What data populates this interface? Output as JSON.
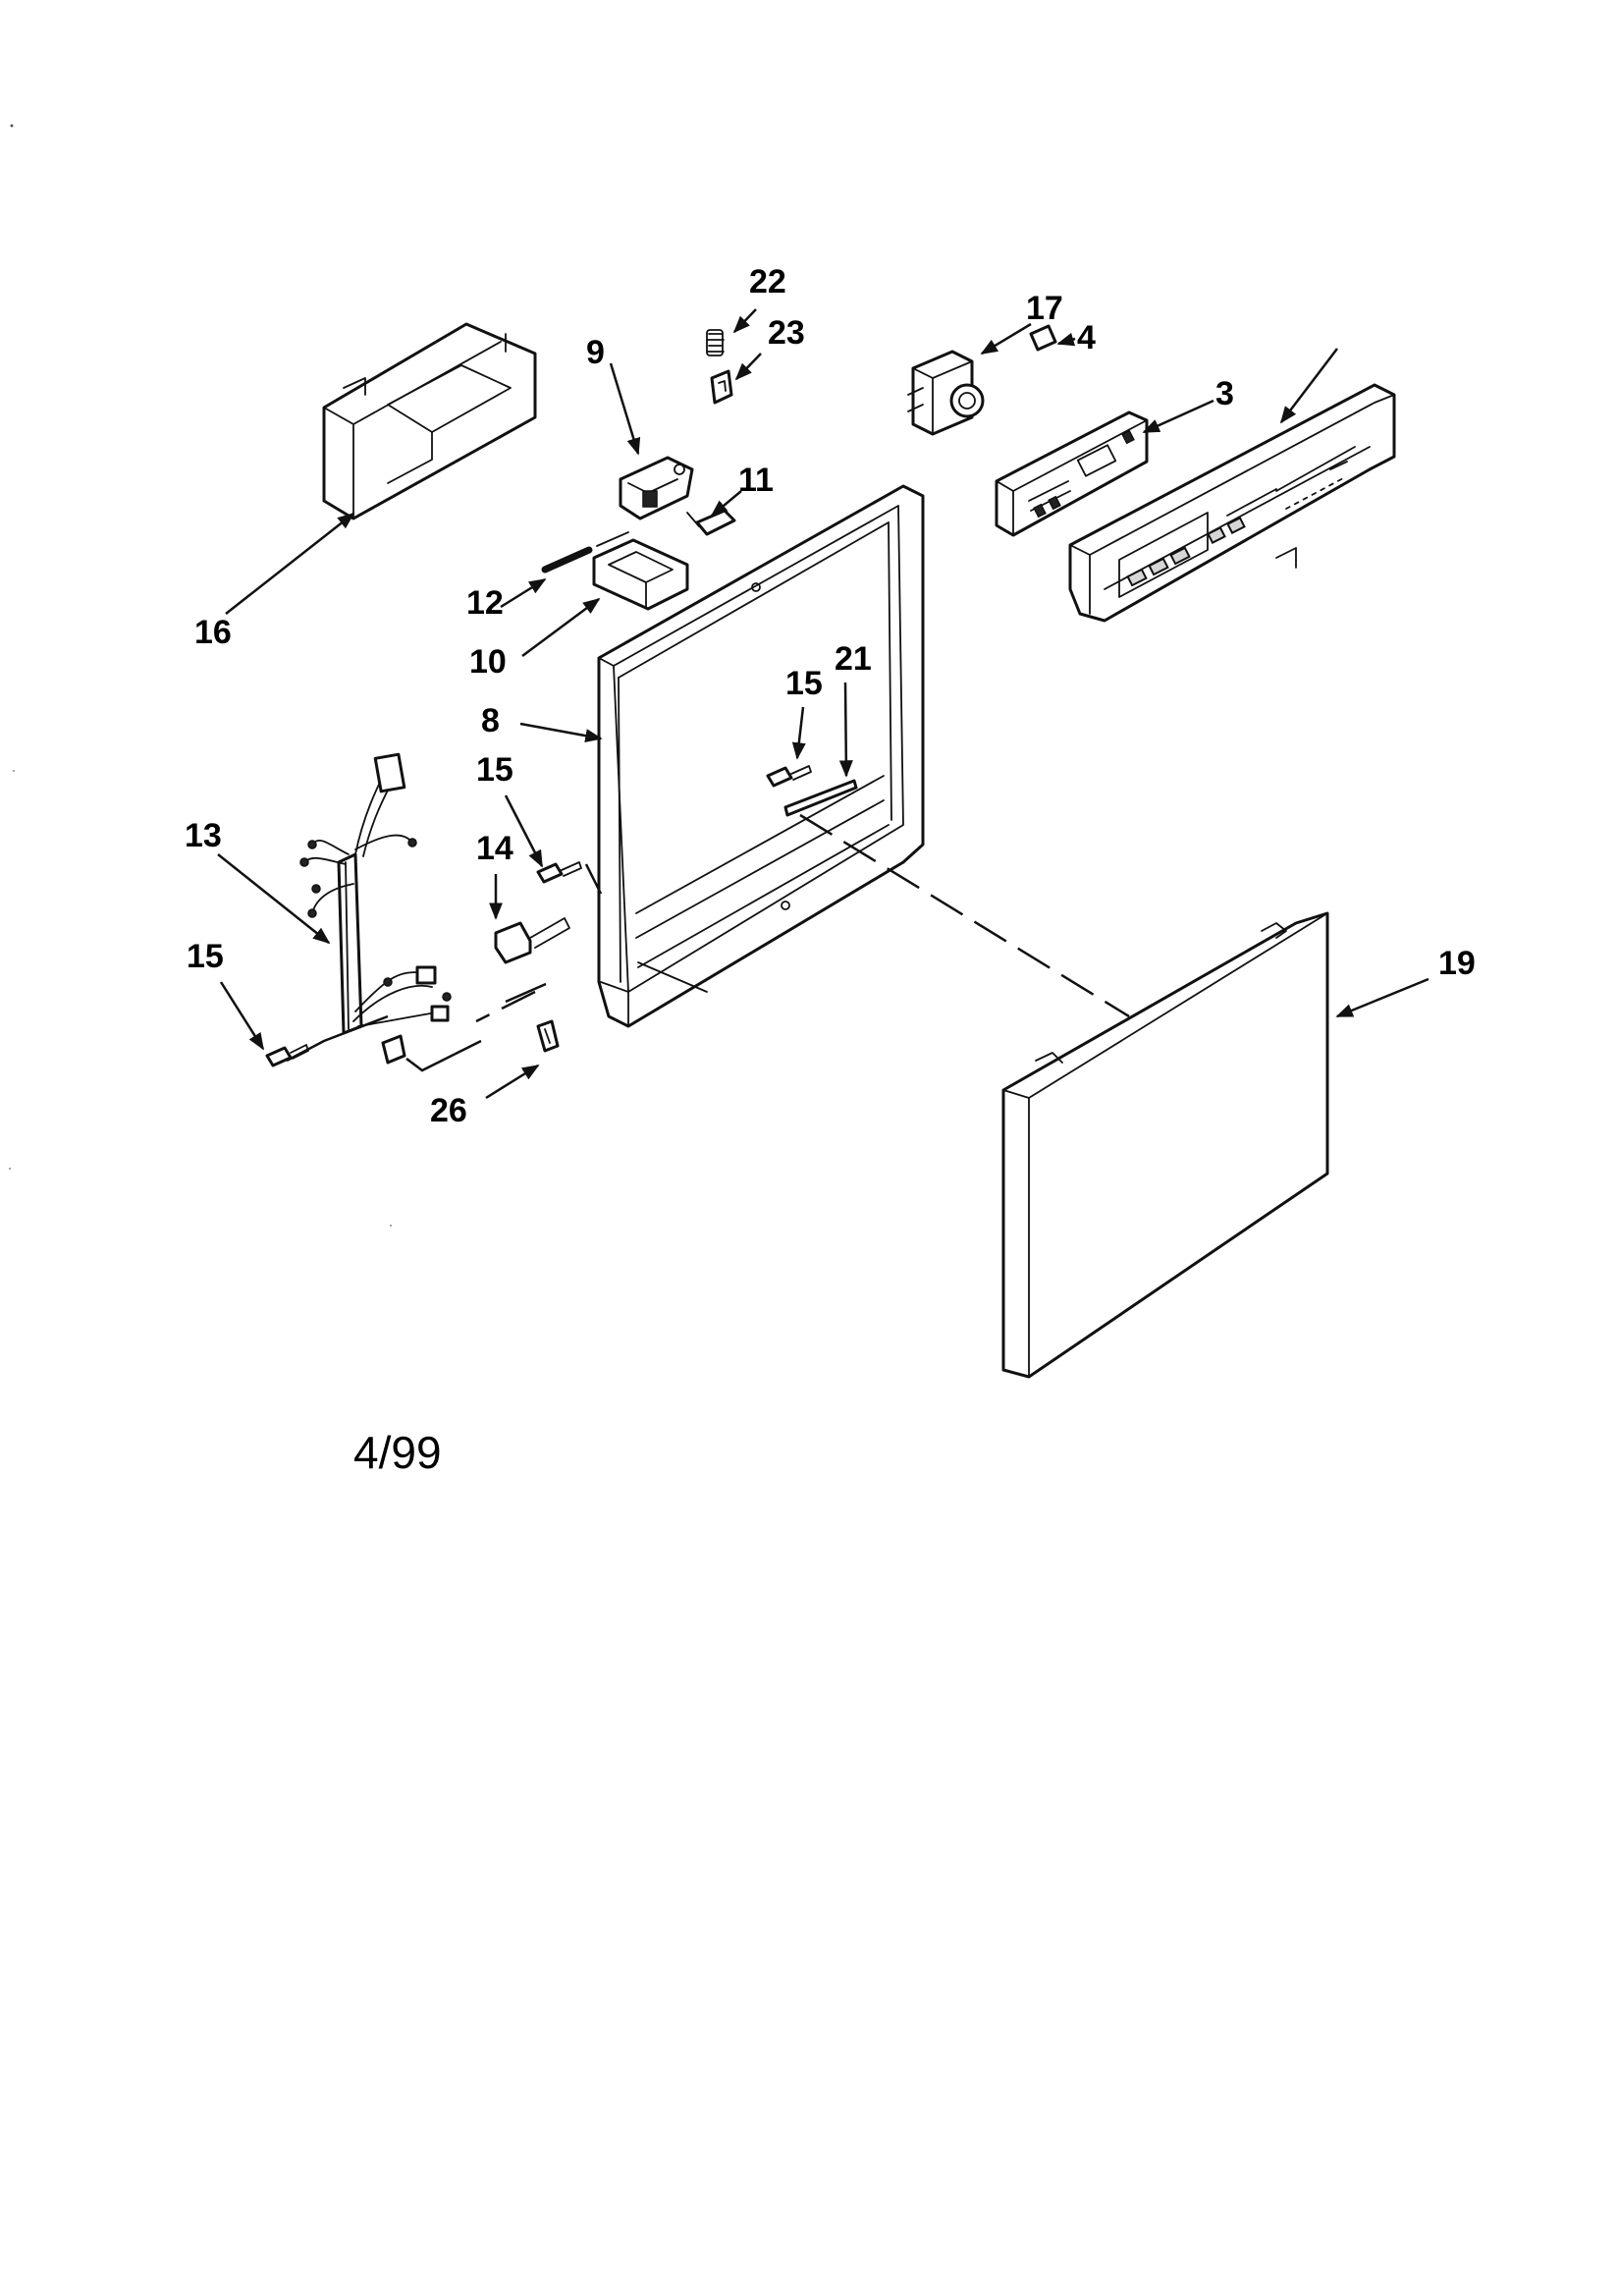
{
  "diagram": {
    "date_code": "4/99",
    "callouts": {
      "c3": "3",
      "c4": "4",
      "c8": "8",
      "c9": "9",
      "c10": "10",
      "c11": "11",
      "c12": "12",
      "c13": "13",
      "c14": "14",
      "c15a": "15",
      "c15b": "15",
      "c15c": "15",
      "c16": "16",
      "c17": "17",
      "c19": "19",
      "c21": "21",
      "c22": "22",
      "c23": "23",
      "c26": "26"
    }
  }
}
